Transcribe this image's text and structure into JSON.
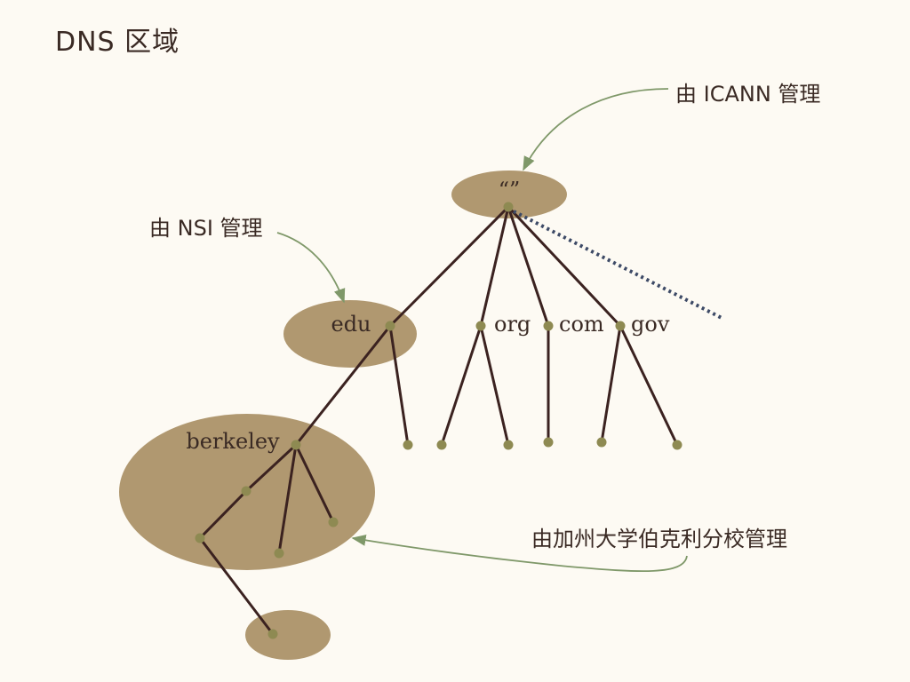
{
  "title": "DNS 区域",
  "annotations": {
    "icann": "由 ICANN 管理",
    "nsi": "由 NSI 管理",
    "berkeley": "由加州大学伯克利分校管理"
  },
  "nodes": [
    {
      "id": "root",
      "label": "“”"
    },
    {
      "id": "edu",
      "label": "edu"
    },
    {
      "id": "org",
      "label": "org"
    },
    {
      "id": "com",
      "label": "com"
    },
    {
      "id": "gov",
      "label": "gov"
    },
    {
      "id": "berkeley",
      "label": "berkeley"
    },
    {
      "id": "edu-leaf"
    },
    {
      "id": "org-leaf-1"
    },
    {
      "id": "org-leaf-2"
    },
    {
      "id": "com-leaf"
    },
    {
      "id": "gov-leaf-1"
    },
    {
      "id": "gov-leaf-2"
    },
    {
      "id": "berkeley-child-1"
    },
    {
      "id": "berkeley-child-2"
    },
    {
      "id": "berkeley-child-3"
    },
    {
      "id": "berkeley-grandchild"
    },
    {
      "id": "berkeley-subzone-node"
    }
  ],
  "edges": [
    [
      "root",
      "edu"
    ],
    [
      "root",
      "org"
    ],
    [
      "root",
      "com"
    ],
    [
      "root",
      "gov"
    ],
    [
      "edu",
      "berkeley"
    ],
    [
      "edu",
      "edu-leaf"
    ],
    [
      "org",
      "org-leaf-1"
    ],
    [
      "org",
      "org-leaf-2"
    ],
    [
      "com",
      "com-leaf"
    ],
    [
      "gov",
      "gov-leaf-1"
    ],
    [
      "gov",
      "gov-leaf-2"
    ],
    [
      "berkeley",
      "berkeley-child-1"
    ],
    [
      "berkeley",
      "berkeley-child-2"
    ],
    [
      "berkeley",
      "berkeley-child-3"
    ],
    [
      "berkeley-child-1",
      "berkeley-grandchild"
    ],
    [
      "berkeley-grandchild",
      "berkeley-subzone-node"
    ]
  ],
  "colors": {
    "zone_fill": "#b09870",
    "edge": "#3b2220",
    "node": "#8e8a52",
    "dotted_edge": "#3d4a66",
    "callout": "#7f9869",
    "background": "#fdfaf3"
  }
}
